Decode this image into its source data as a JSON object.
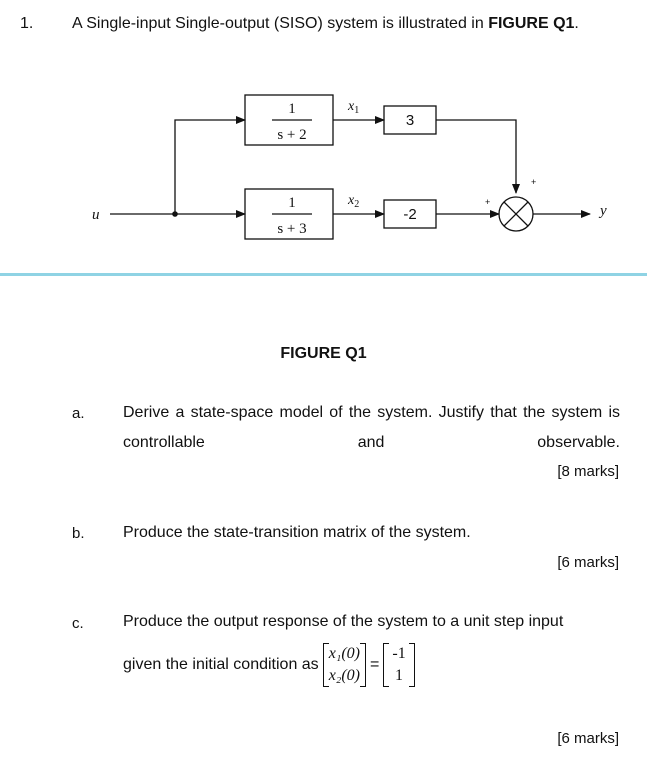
{
  "question": {
    "number": "1.",
    "intro_text": "A Single-input Single-output (SISO) system is illustrated in ",
    "figure_ref": "FIGURE Q1",
    "intro_end": "."
  },
  "figure": {
    "caption": "FIGURE Q1",
    "input_label": "u",
    "output_label": "y",
    "top_block": {
      "numerator": "1",
      "denominator": "s + 2"
    },
    "bottom_block": {
      "numerator": "1",
      "denominator": "s + 3"
    },
    "state_top": "x",
    "state_top_sub": "1",
    "state_bottom": "x",
    "state_bottom_sub": "2",
    "gain_top": "3",
    "gain_bottom": "-2",
    "sign_top": "+",
    "sign_left": "+"
  },
  "parts": [
    {
      "label": "a.",
      "text": "Derive a state-space model of the system. Justify that the system is controllable and observable.",
      "marks": "[8 marks]"
    },
    {
      "label": "b.",
      "text": "Produce the state-transition matrix of the system.",
      "marks": "[6 marks]"
    },
    {
      "label": "c.",
      "text": "Produce the output response of the system to a unit step input",
      "text2": "given  the initial condition as",
      "marks": "[6 marks]",
      "lhs": [
        "x₁(0)",
        "x₂(0)"
      ],
      "equals": "=",
      "rhs": [
        "-1",
        "1"
      ]
    }
  ]
}
